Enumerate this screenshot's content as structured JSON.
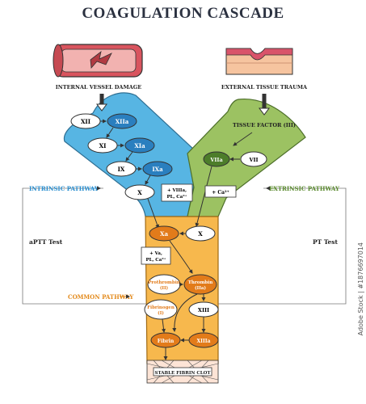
{
  "title": "COAGULATION CASCADE",
  "labels": {
    "internal_damage": "INTERNAL VESSEL DAMAGE",
    "external_trauma": "EXTERNAL TISSUE TRAUMA",
    "tissue_factor": "TISSUE FACTOR (III)",
    "intrinsic": "INTRINSIC PATHWAY",
    "extrinsic": "EXTRINSIC PATHWAY",
    "common": "COMMON PATHWAY",
    "aptt": "aPTT Test",
    "pt": "PT Test",
    "clot": "STABLE FIBRIN CLOT"
  },
  "factors": {
    "xii": "XII",
    "xiia": "XIIa",
    "xi": "XI",
    "xia": "XIa",
    "ix": "IX",
    "ixa": "IXa",
    "x_intrinsic": "X",
    "viia": "VIIa",
    "vii": "VII",
    "xa": "Xa",
    "x_common": "X",
    "prothrombin_1": "Prothrombin",
    "prothrombin_2": "(II)",
    "thrombin_1": "Thrombin",
    "thrombin_2": "(IIa)",
    "fibrinogen_1": "Fibrinogen",
    "fibrinogen_2": "(I)",
    "xiii": "XIII",
    "fibrin": "Fibrin",
    "xiiia": "XIIIa"
  },
  "cofactors": {
    "intrinsic_1": "+ VIIIa,",
    "intrinsic_2": "PL, Ca²⁺",
    "extrinsic": "+ Ca²⁺",
    "common_1": "+ Va,",
    "common_2": "PL, Ca²⁺"
  },
  "watermark": "Adobe Stock | #1876697014",
  "colors": {
    "intrinsic": "#57b5e3",
    "extrinsic": "#9cc262",
    "common": "#f7b84d",
    "active_blue": "#2a7fbf",
    "active_green": "#4d7d2a",
    "active_orange": "#e27b1a",
    "intrinsic_text": "#2a8fd0",
    "extrinsic_text": "#5a8a2e",
    "common_text": "#e38a1c"
  }
}
